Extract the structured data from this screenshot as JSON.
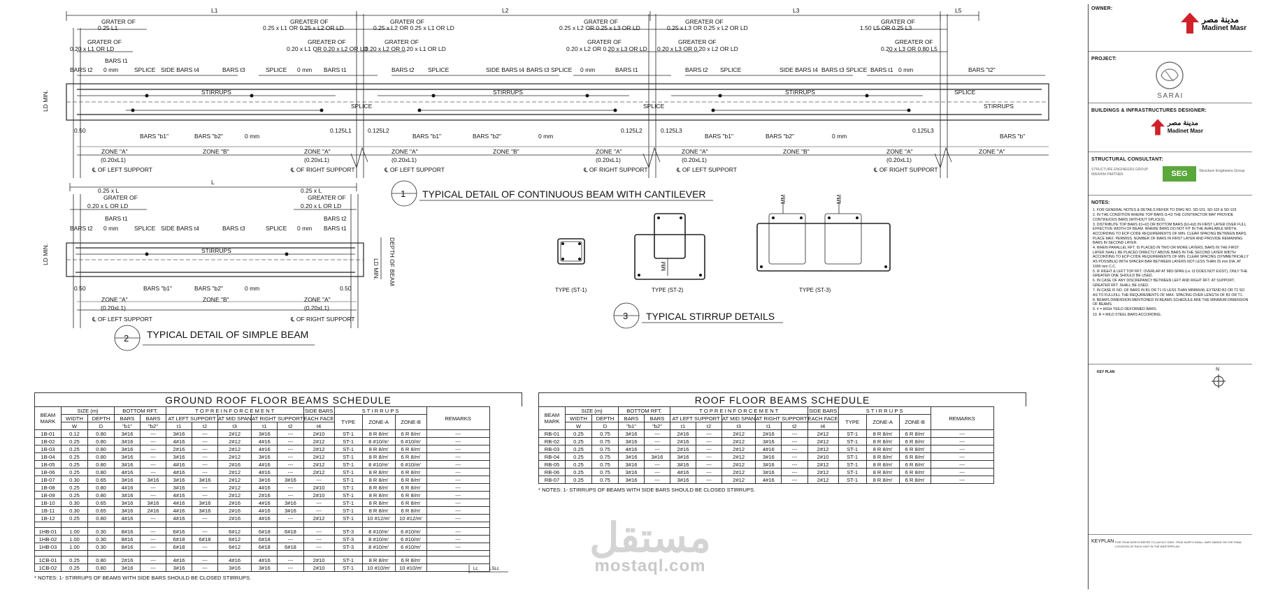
{
  "spans": [
    "L1",
    "L2",
    "L3",
    "L5"
  ],
  "continuous_beam": {
    "top_labels_1": [
      "GRATER OF",
      "GREATER OF",
      "GRATER OF",
      "GRATER OF",
      "GREATER OF",
      "GRATER OF",
      "GREATER OF"
    ],
    "top_labels_1_val": [
      "0.25 L1",
      "0.25 x L1 OR 0.25 x L2 OR LD",
      "0.25 x L2 OR 0.25 x L1 OR LD",
      "0.25 x L2 OR 0.25 x L3 OR LD",
      "0.25 x L3 OR 0.25 x L2 OR LD",
      "1.50 L5 OR 0.25 L3"
    ],
    "top_labels_2_val": [
      "0.20 x L1 OR LD",
      "0.20 x L1 OR 0.20 x L2 OR LD",
      "0.20 x L2 OR 0.20 x L1 OR LD",
      "0.20 x L2 OR 0.20 x L3 OR LD",
      "0.20 x L3 OR 0.20 x L2 OR LD",
      "0.20 x L3 OR 0.80 L5"
    ],
    "bar_labels": [
      "BARS t2",
      "BARS t1",
      "0 mm",
      "SPLICE",
      "SIDE BARS t4",
      "BARS t3",
      "SPLICE",
      "0 mm",
      "BARS t1",
      "BARS t2",
      "SPLICE",
      "SIDE BARS t4",
      "BARS t3",
      "SPLICE",
      "0 mm",
      "BARS t1",
      "BARS t2",
      "SPLICE",
      "SIDE BARS t4",
      "BARS t3",
      "SPLICE",
      "BARS t1",
      "0 mm",
      "BARS \"t2\""
    ],
    "stirrups": "STIRRUPS",
    "splice": "SPLICE",
    "ld_min": "LD MIN.",
    "bottom_labels": [
      "0.50",
      "BARS \"b1\"",
      "BARS \"b2\"",
      "0 mm",
      "0.125L1",
      "0.125L2",
      "BARS \"b1\"",
      "BARS \"b2\"",
      "0 mm",
      "0.125L2",
      "0.125L3",
      "BARS \"b1\"",
      "BARS \"b2\"",
      "0 mm",
      "0.125L3",
      "BARS \"b\""
    ],
    "zones": [
      "ZONE \"A\"",
      "ZONE \"B\"",
      "ZONE \"A\"",
      "ZONE \"A\"",
      "ZONE \"B\"",
      "ZONE \"A\"",
      "ZONE \"A\"",
      "ZONE \"B\"",
      "ZONE \"A\"",
      "ZONE \"A\""
    ],
    "zone_sub": "(0.20xL1)",
    "left_support": "℄ OF LEFT SUPPORT",
    "right_support": "℄ OF RIGHT SUPPORT",
    "title_no": "1",
    "title": "TYPICAL DETAIL OF CONTINUOUS BEAM WITH CANTILEVER"
  },
  "simple_beam": {
    "span": "L",
    "top_val": "0.25 x L",
    "grater_of": "GRATER OF",
    "greater_of": "GREATER OF",
    "left_val": "0.20 x L OR LD",
    "right_val": "0.20 x L OR LD",
    "bars": [
      "BARS t2",
      "BARS t1",
      "0 mm",
      "SPLICE",
      "SIDE BARS t4",
      "BARS t3",
      "SPLICE",
      "0 mm",
      "BARS t1",
      "BARS t2"
    ],
    "stirrups": "STIRRUPS",
    "ld_min": "LD MIN.",
    "depth": "DEPTH OF BEAM",
    "bottom": [
      "0.50",
      "BARS \"b1\"",
      "BARS \"b2\"",
      "0 mm",
      "0.50"
    ],
    "zones": [
      "ZONE \"A\"",
      "ZONE \"B\"",
      "ZONE \"A\""
    ],
    "zone_sub": "(0.20xL1)",
    "left_support": "℄ OF LEFT SUPPORT",
    "right_support": "℄ OF RIGHT SUPPORT",
    "title_no": "2",
    "title": "TYPICAL DETAIL OF SIMPLE BEAM"
  },
  "stirrups_detail": {
    "types": [
      "TYPE (ST-1)",
      "TYPE (ST-2)",
      "TYPE (ST-3)"
    ],
    "mm": "MM",
    "title_no": "3",
    "title": "TYPICAL STIRRUP DETAILS"
  },
  "title_block": {
    "owner_label": "OWNER:",
    "owner_name": "Madinet Masr",
    "owner_ar": "مدينة مصر",
    "project_label": "PROJECT:",
    "project_name": "SARAI",
    "designer_label": "BUILDINGS & INFRASTRUCTURES DESIGNER:",
    "designer_name": "Madinet Masr",
    "designer_ar": "مدينة مصر",
    "consultant_label": "STRUCTURAL CONSULTANT:",
    "consultant_left": "STRUCTURE ENGINEERS GROUP",
    "consultant_left2": "IBRAHIM PARTNER",
    "consultant_logo": "SEG",
    "consultant_right": "Structure Engineers Group",
    "notes_label": "NOTES:",
    "notes": [
      "1. FOR GENERAL NOTES & DETAILS REFER TO DWG NO. SD-101, SD-102 & SD-103",
      "2. IN THE CONDITION WHERE TOP BARS t1=t3 THE CONTRACTOR MAY PROVIDE CONTINUOUS BARS (WITHOUT SPLICES).",
      "3. DISTRIBUTE TOP BARS (t1+t2) OR BOTTOM BARS (b1+b2) IN FIRST LAYER OVER FULL EFFECTIVE WIDTH OF BEAM. WHERE BARS DO NOT FIT IN THE AVAILABLE WIDTH, ACCORDING TO ECP-CODE REQUIREMENTS OF MIN. CLEAR SPACING BETWEEN BARS, PLACE MAX. PERMISS. NUMBER OF BARS IN FIRST LAYER AND PROVIDE REMAINING BARS IN SECOND LAYER.",
      "4. WHEN PARALLEL RFT. IS PLACED IN TWO OR MORE LAYERS, BARS IN THE FIRST LAYER SHALL BE PLACED DIRECTLY ABOVE BARS IN THE SECOND LAYER WIDTH ACCORDING TO ECP-CODE REQUIREMENTS OF MIN. CLEAR SPACING (SYMMETRICALLY AS POSSIBLE) WITH SPACER BAR BETWEEN LAYERS NOT LESS THAN 25 mm DIA. AT 1000 mm C.C.",
      "5. IF RIGHT & LEFT TOP RFT. OVERLAP AT MID-SPAN (i.e. t3 DOES NOT EXIST), ONLY THE GREATER ONE SHOULD BE USED.",
      "6. IN CASE OF ANY DISCREPANCY BETWEEN LEFT AND RIGHT RFT. AT SUPPORT, GREATER RFT. SHALL BE USED.",
      "7. IN CASE IF NO. OF BARS IN B1 OR T1 IS LESS THAN MINIMUM, EXTEND B2 OR T2 SO AS TO FULLFILL THE REQUIREMENTS OF MAX. SPACING OVER LENGTH OF B1 OR T1.",
      "8. BEAMS DIMENSION MENTIONED IN BEAMS SCHEDULE ARE THE MINIMUM DIMENSION OF BEAMS.",
      "9. # = HIGH YEILD DEFORMED BARS.",
      "10. R = MILD STEEL BARS ACCORDING."
    ],
    "key_plan_small": "KEY PLAN",
    "north": "N",
    "keyplan_label": "KEYPLAN",
    "keyplan_text": "FOR TRUE NORTH REFER TO LAYOUT DWG. TRUE NORTH SHALL VARY BASED ON THE FINAL LOCATION OF EACH UNIT IN THE MASTERPLAN"
  },
  "schedule_headers": {
    "beam": "BEAM",
    "mark": "MARK",
    "size": "SIZE (m)",
    "width": "WIDTH",
    "w": "W",
    "depth": "DEPTH",
    "d": "D",
    "bottom": "BOTTOM RFT.",
    "bars": "BARS",
    "b1": "\"b1\"",
    "b2": "\"b2\"",
    "top": "T O P   R E I N F O R C E M E N T",
    "left_support": "AT LEFT SUPPORT",
    "mid_span": "AT MID SPAN",
    "right_support": "AT RIGHT SUPPORT",
    "t1": "t1",
    "t2": "t2",
    "t3": "t3",
    "side": "SIDE BARS",
    "each_face": "EACH FACE",
    "t4": "t4",
    "stirrups": "S T I R R U P S",
    "type": "TYPE",
    "zone_a": "ZONE-A",
    "zone_b": "ZONE-B",
    "remarks": "REMARKS"
  },
  "ground_schedule": {
    "title": "GROUND ROOF FLOOR BEAMS SCHEDULE",
    "groups": [
      [
        [
          "1B-01",
          "0.12",
          "0.80",
          "3#16",
          "---",
          "3#16",
          "---",
          "2#12",
          "3#16",
          "---",
          "2#10",
          "ST-1",
          "8 R 8/m'",
          "6 R 8/m'",
          "---"
        ],
        [
          "1B-02",
          "0.25",
          "0.80",
          "3#16",
          "---",
          "4#16",
          "---",
          "2#12",
          "4#16",
          "---",
          "2#12",
          "ST-1",
          "8 #10/m'",
          "6 #10/m'",
          "---"
        ],
        [
          "1B-03",
          "0.25",
          "0.80",
          "3#16",
          "---",
          "2#16",
          "---",
          "2#12",
          "4#16",
          "---",
          "2#12",
          "ST-1",
          "8 R 8/m'",
          "6 R 8/m'",
          "---"
        ],
        [
          "1B-04",
          "0.25",
          "0.80",
          "3#16",
          "---",
          "3#16",
          "---",
          "2#12",
          "3#16",
          "---",
          "2#12",
          "ST-1",
          "8 R 8/m'",
          "6 R 8/m'",
          "---"
        ],
        [
          "1B-05",
          "0.25",
          "0.80",
          "3#16",
          "---",
          "4#16",
          "---",
          "2#16",
          "4#16",
          "---",
          "2#12",
          "ST-1",
          "8 #10/m'",
          "6 #10/m'",
          "---"
        ],
        [
          "1B-06",
          "0.25",
          "0.80",
          "4#16",
          "---",
          "4#16",
          "---",
          "2#12",
          "4#16",
          "---",
          "2#12",
          "ST-1",
          "8 R 8/m'",
          "6 R 8/m'",
          "---"
        ],
        [
          "1B-07",
          "0.30",
          "0.65",
          "3#16",
          "3#16",
          "3#16",
          "3#16",
          "2#12",
          "3#16",
          "3#16",
          "---",
          "ST-1",
          "8 R 8/m'",
          "6 R 8/m'",
          "---"
        ],
        [
          "1B-08",
          "0.25",
          "0.80",
          "4#16",
          "---",
          "3#16",
          "---",
          "2#12",
          "4#16",
          "---",
          "2#10",
          "ST-1",
          "8 R 8/m'",
          "6 R 8/m'",
          "---"
        ],
        [
          "1B-09",
          "0.25",
          "0.80",
          "3#16",
          "---",
          "4#16",
          "---",
          "2#12",
          "2#16",
          "---",
          "2#10",
          "ST-1",
          "8 R 8/m'",
          "6 R 8/m'",
          "---"
        ],
        [
          "1B-10",
          "0.30",
          "0.65",
          "3#16",
          "3#16",
          "4#16",
          "3#16",
          "2#16",
          "4#16",
          "3#16",
          "---",
          "ST-1",
          "8 R 8/m'",
          "6 R 8/m'",
          "---"
        ],
        [
          "1B-11",
          "0.30",
          "0.65",
          "3#16",
          "2#16",
          "4#16",
          "3#16",
          "2#16",
          "4#16",
          "3#16",
          "---",
          "ST-1",
          "8 R 8/m'",
          "6 R 8/m'",
          "---"
        ],
        [
          "1B-12",
          "0.25",
          "0.80",
          "4#16",
          "---",
          "4#16",
          "---",
          "2#16",
          "4#16",
          "---",
          "2#12",
          "ST-1",
          "10 #12/m'",
          "10 #12/m'",
          "---"
        ]
      ],
      [
        [
          "1HB-01",
          "1.00",
          "0.30",
          "8#16",
          "---",
          "6#16",
          "---",
          "6#12",
          "6#18",
          "6#18",
          "---",
          "ST-3",
          "8 #10/m'",
          "6 #10/m'",
          "---"
        ],
        [
          "1HB-02",
          "1.00",
          "0.30",
          "8#16",
          "---",
          "6#18",
          "6#18",
          "6#12",
          "6#18",
          "---",
          "---",
          "ST-3",
          "8 #10/m'",
          "6 #10/m'",
          "---"
        ],
        [
          "1HB-03",
          "1.00",
          "0.30",
          "8#16",
          "---",
          "6#18",
          "---",
          "6#12",
          "6#18",
          "6#18",
          "---",
          "ST-3",
          "8 #10/m'",
          "6 #10/m'",
          "---"
        ]
      ],
      [
        [
          "1CB-01",
          "0.25",
          "0.80",
          "2#16",
          "---",
          "4#16",
          "---",
          "4#16",
          "4#16",
          "---",
          "2#10",
          "ST-1",
          "8 R 8/m'",
          "6 R 8/m'",
          ""
        ],
        [
          "1CB-02",
          "0.25",
          "0.80",
          "3#16",
          "---",
          "3#16",
          "---",
          "3#16",
          "3#16",
          "---",
          "2#10",
          "ST-1",
          "10 #10/m'",
          "10 #10/m'",
          ""
        ]
      ]
    ],
    "note": "* NOTES: 1- STIRRUPS OF BEAMS WITH SIDE BARS SHOULD BE CLOSED STIRRUPS.",
    "cant_label_1": "Lc",
    "cant_label_2": "1.5Lc"
  },
  "roof_schedule": {
    "title": "ROOF FLOOR BEAMS SCHEDULE",
    "rows": [
      [
        "RB-01",
        "0.25",
        "0.75",
        "3#16",
        "---",
        "2#16",
        "---",
        "2#12",
        "2#16",
        "---",
        "2#12",
        "ST-1",
        "8 R 8/m'",
        "6 R 8/m'",
        "---"
      ],
      [
        "RB-02",
        "0.25",
        "0.75",
        "3#16",
        "---",
        "2#16",
        "---",
        "2#12",
        "3#16",
        "---",
        "2#12",
        "ST-1",
        "8 R 8/m'",
        "6 R 8/m'",
        "---"
      ],
      [
        "RB-03",
        "0.25",
        "0.75",
        "4#16",
        "---",
        "2#16",
        "---",
        "2#12",
        "4#16",
        "---",
        "2#12",
        "ST-1",
        "8 R 8/m'",
        "6 R 8/m'",
        "---"
      ],
      [
        "RB-04",
        "0.25",
        "0.75",
        "3#16",
        "3#16",
        "3#16",
        "---",
        "2#12",
        "3#16",
        "---",
        "2#10",
        "ST-1",
        "8 R 8/m'",
        "6 R 8/m'",
        "---"
      ],
      [
        "RB-05",
        "0.25",
        "0.75",
        "3#16",
        "---",
        "3#16",
        "---",
        "2#12",
        "3#16",
        "---",
        "2#12",
        "ST-1",
        "8 R 8/m'",
        "6 R 8/m'",
        "---"
      ],
      [
        "RB-06",
        "0.25",
        "0.75",
        "3#16",
        "---",
        "4#16",
        "---",
        "2#12",
        "3#16",
        "---",
        "2#12",
        "ST-1",
        "8 R 8/m'",
        "6 R 8/m'",
        "---"
      ],
      [
        "RB-07",
        "0.25",
        "0.75",
        "3#16",
        "---",
        "3#16",
        "---",
        "2#12",
        "4#16",
        "---",
        "2#12",
        "ST-1",
        "8 R 8/m'",
        "6 R 8/m'",
        "---"
      ]
    ],
    "note": "* NOTES: 1- STIRRUPS OF BEAMS WITH SIDE BARS SHOULD BE CLOSED STIRRUPS."
  },
  "watermark": {
    "arabic": "مستقل",
    "latin": "mostaql.com"
  },
  "colors": {
    "line": "#222222",
    "dim": "#444444",
    "logo_red": "#d0202a",
    "seg_green": "#5aa83c"
  }
}
